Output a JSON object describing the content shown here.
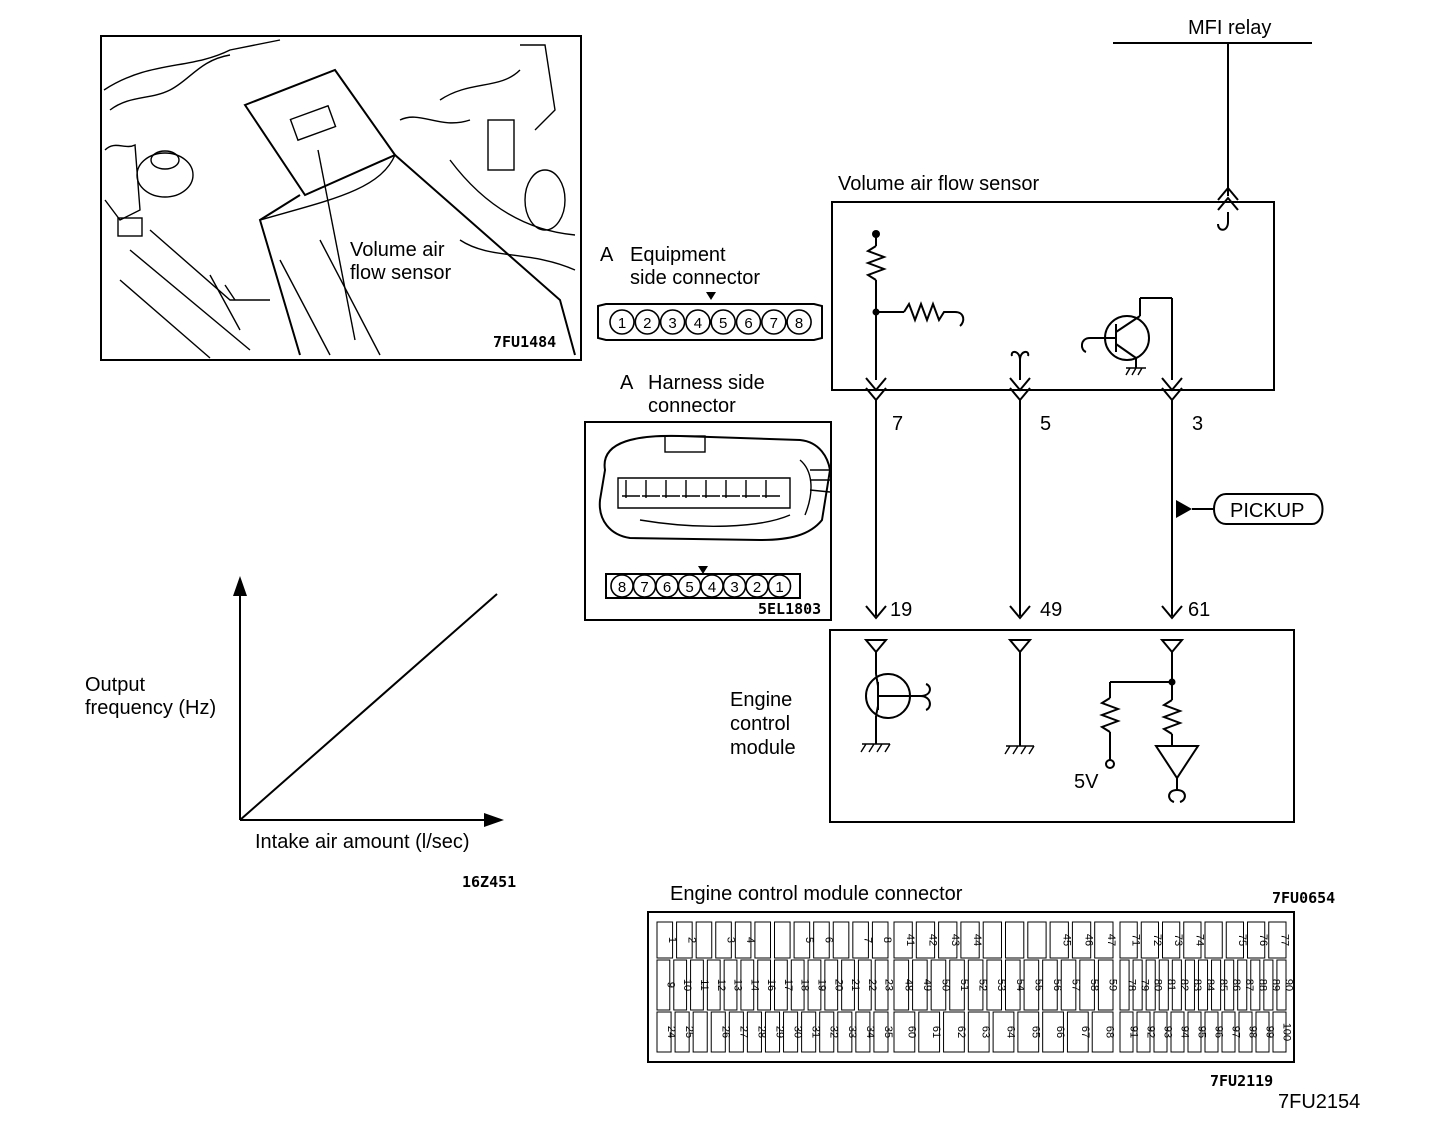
{
  "photo": {
    "caption": "Volume air\nflow sensor",
    "code": "7FU1484"
  },
  "equipment_connector": {
    "title_letter": "A",
    "title": "Equipment\nside connector",
    "pins": [
      "1",
      "2",
      "3",
      "4",
      "5",
      "6",
      "7",
      "8"
    ]
  },
  "harness_connector": {
    "title_letter": "A",
    "title": "Harness side\nconnector",
    "pins": [
      "8",
      "7",
      "6",
      "5",
      "4",
      "3",
      "2",
      "1"
    ],
    "code": "5EL1803"
  },
  "graph": {
    "ylabel": "Output\nfrequency (Hz)",
    "xlabel": "Intake air amount (l/sec)",
    "code": "16Z451"
  },
  "schematic": {
    "relay_label": "MFI relay",
    "sensor_label": "Volume air flow sensor",
    "ecm_label": "Engine\ncontrol\nmodule",
    "sensor_pins": [
      "7",
      "5",
      "3"
    ],
    "ecm_pins": [
      "19",
      "49",
      "61"
    ],
    "pickup_label": "PICKUP",
    "voltage_label": "5V",
    "code": "7FU0654"
  },
  "ecm_connector": {
    "title": "Engine control module connector",
    "code": "7FU2119",
    "pins_left": [
      [
        "1",
        "2",
        "",
        "3",
        "4",
        "",
        "",
        "5",
        "6",
        "",
        "7",
        "8"
      ],
      [
        "9",
        "10",
        "11",
        "12",
        "13",
        "14",
        "16",
        "17",
        "18",
        "19",
        "20",
        "21",
        "22",
        "23"
      ],
      [
        "24",
        "25",
        "",
        "26",
        "27",
        "28",
        "29",
        "30",
        "31",
        "32",
        "33",
        "34",
        "35"
      ]
    ],
    "pins_mid": [
      [
        "41",
        "42",
        "43",
        "44",
        "",
        "",
        "",
        "45",
        "46",
        "47"
      ],
      [
        "48",
        "49",
        "50",
        "51",
        "52",
        "53",
        "54",
        "55",
        "56",
        "57",
        "58",
        "59"
      ],
      [
        "60",
        "61",
        "62",
        "63",
        "64",
        "65",
        "66",
        "67",
        "68"
      ]
    ],
    "pins_right": [
      [
        "71",
        "72",
        "73",
        "74",
        "",
        "75",
        "76",
        "77"
      ],
      [
        "78",
        "79",
        "80",
        "81",
        "82",
        "83",
        "84",
        "85",
        "86",
        "87",
        "88",
        "89",
        "90"
      ],
      [
        "91",
        "92",
        "93",
        "94",
        "95",
        "96",
        "97",
        "98",
        "99",
        "100"
      ]
    ]
  },
  "page_code": "7FU2154"
}
